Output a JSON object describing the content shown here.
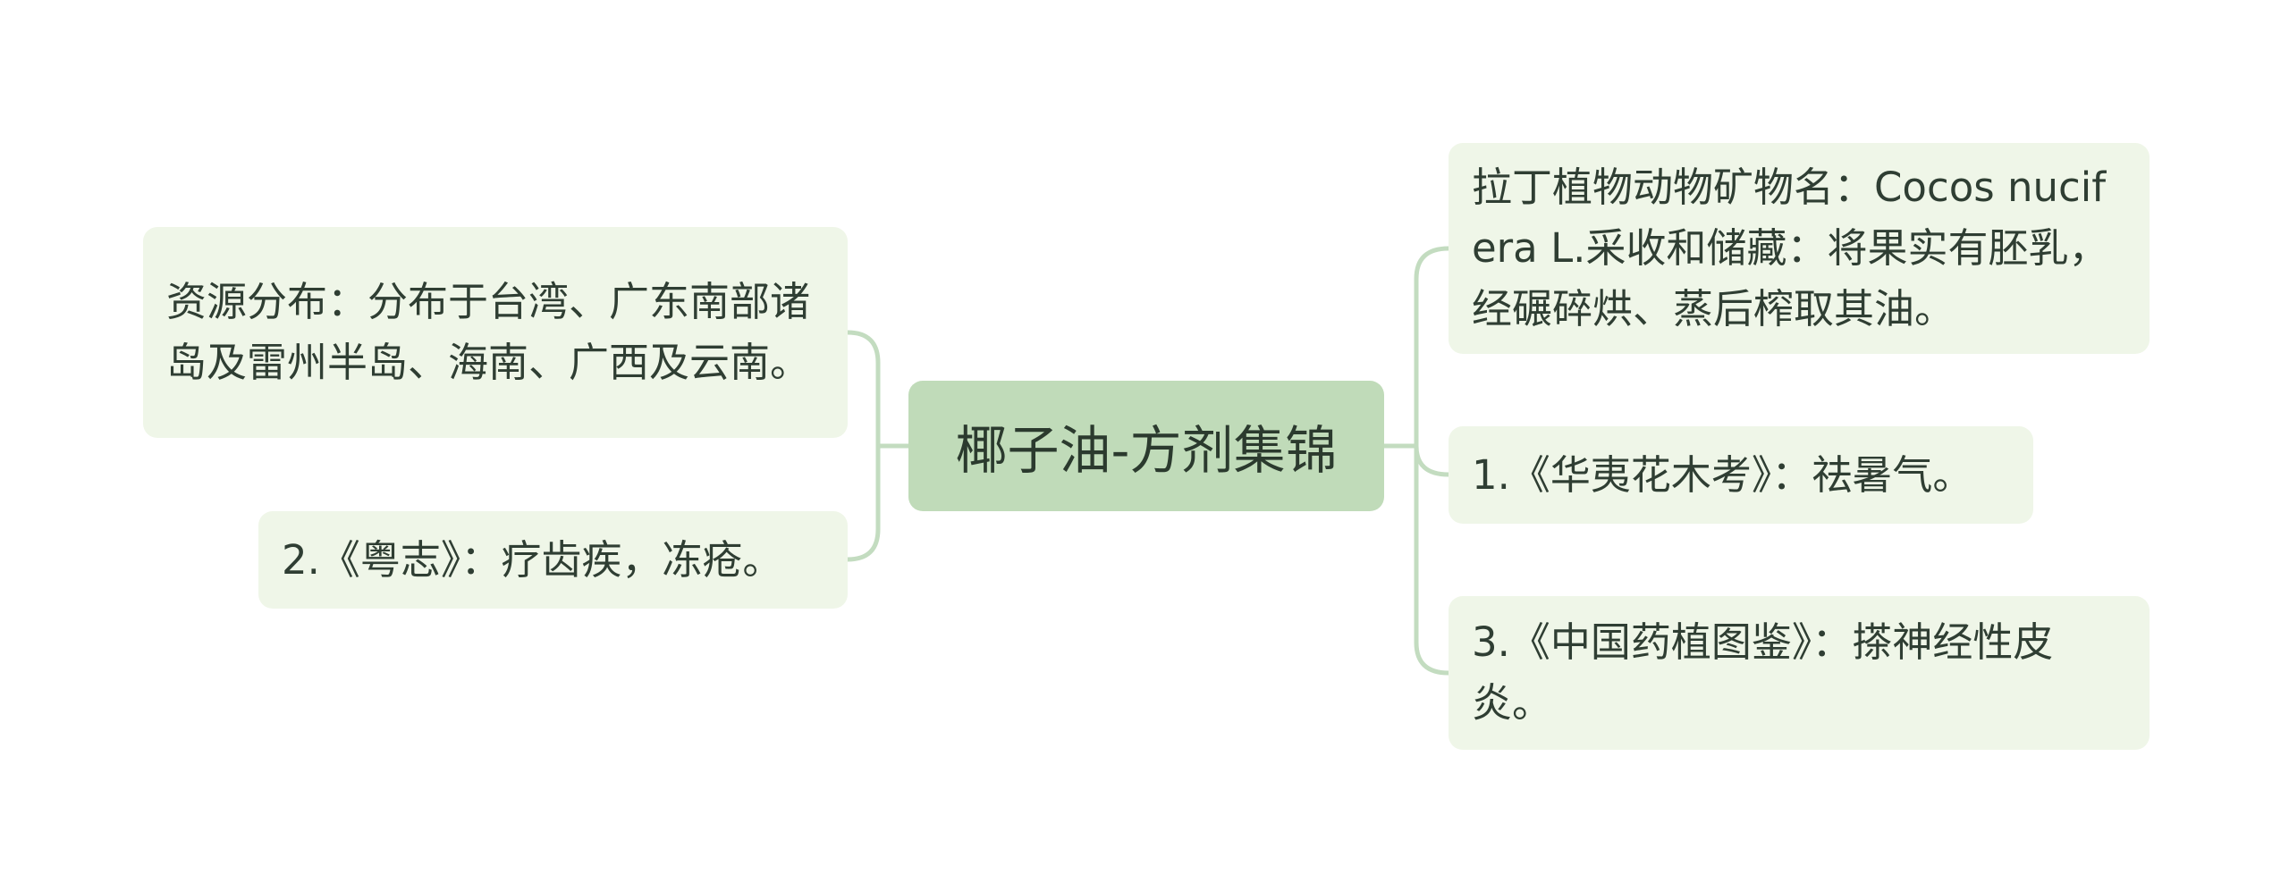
{
  "central_topic": "椰子油-方剂集锦",
  "left_branches": [
    {
      "text": "资源分布：分布于台湾、广东南部诸岛及雷州半岛、海南、广西及云南。"
    },
    {
      "text": "2.《粤志》：疗齿疾，冻疮。"
    }
  ],
  "right_branches": [
    {
      "text": "拉丁植物动物矿物名：Cocos nucifera L.采收和储藏：将果实有胚乳，经碾碎烘、蒸后榨取其油。"
    },
    {
      "text": "1.《华夷花木考》：祛暑气。"
    },
    {
      "text": "3.《中国药植图鉴》：搽神经性皮炎。"
    }
  ],
  "colors": {
    "central_fill": "#c0dbb9",
    "node_fill": "#eff6e8",
    "connector": "#c3dcc0",
    "text": "#2f3e33"
  }
}
